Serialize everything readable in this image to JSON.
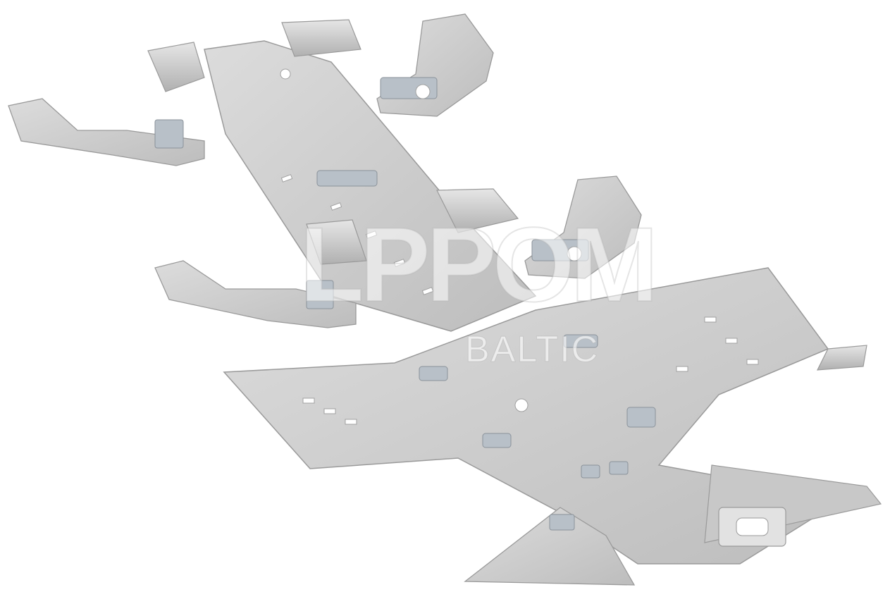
{
  "image": {
    "subject": "product-render",
    "background": "#ffffff",
    "colors": {
      "plate_light": "#d6d6d6",
      "plate_mid": "#c4c4c4",
      "plate_dark": "#a8a8a8",
      "edge": "#9a9a9a",
      "bracket": "#b8c0c8",
      "hole": "#ffffff"
    },
    "watermark": {
      "logo": "LPPOM",
      "subtitle": "BALTIC"
    }
  }
}
